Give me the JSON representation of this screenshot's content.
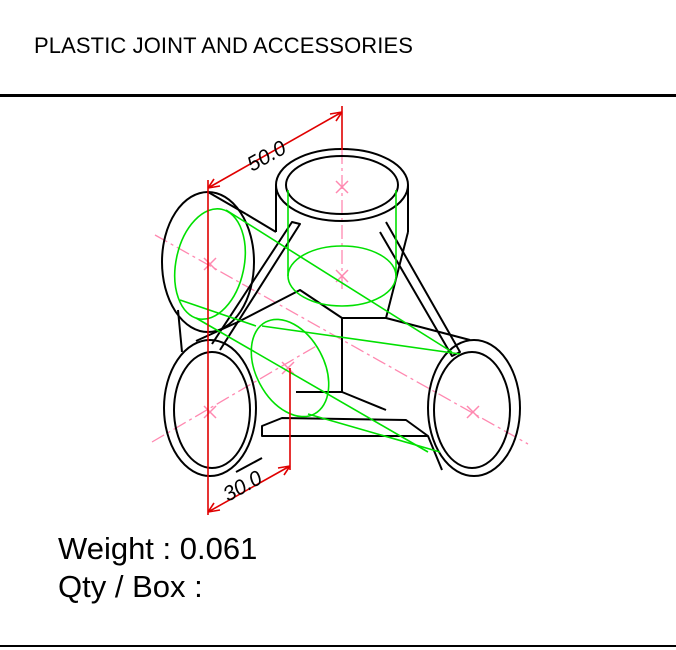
{
  "header": {
    "title": "PLASTIC JOINT AND ACCESSORIES"
  },
  "drawing": {
    "dimension_top": "50.0",
    "dimension_bottom": "30.0",
    "colors": {
      "outline": "#000000",
      "hidden": "#00e000",
      "dimension": "#e00000",
      "centerline": "#ff88b0"
    }
  },
  "info": {
    "weight_label": "Weight : 0.061",
    "qty_label": "Qty / Box :"
  }
}
